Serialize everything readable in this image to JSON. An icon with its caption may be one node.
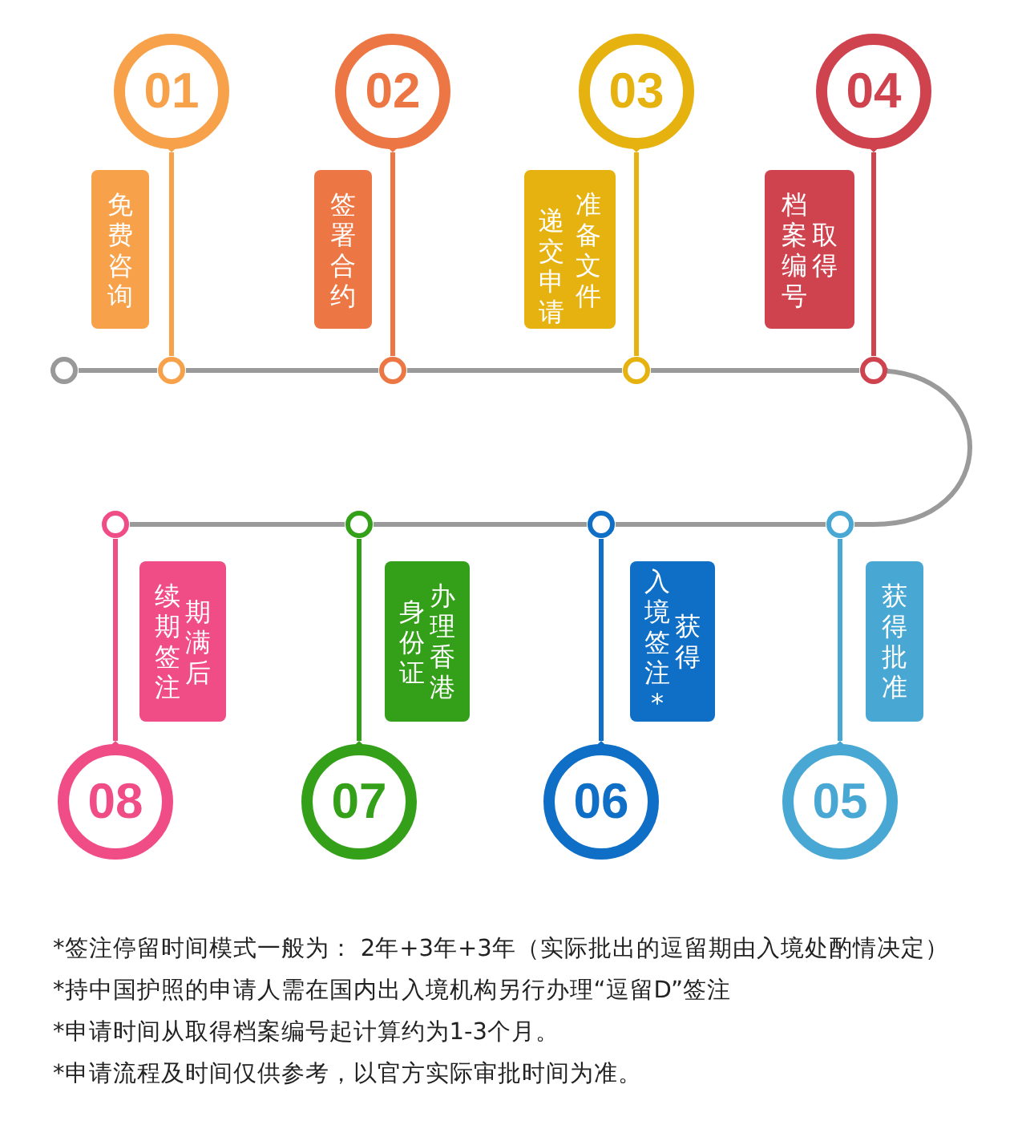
{
  "diagram": {
    "nodes": [
      {
        "text": [],
        "shape": "circle"
      },
      {
        "text": [
          "01"
        ]
      },
      {
        "text": [
          "免费咨询"
        ]
      },
      {
        "text": [],
        "shape": "circle"
      },
      {
        "text": [
          "02"
        ]
      },
      {
        "text": [
          "签署合约"
        ]
      },
      {
        "text": [],
        "shape": "circle"
      },
      {
        "text": [
          "03"
        ]
      },
      {
        "text": [
          "准备文件递交申请"
        ]
      },
      {
        "text": [],
        "shape": "circle"
      },
      {
        "text": [
          "04"
        ]
      },
      {
        "text": [
          "取得档案编号"
        ]
      },
      {
        "text": [],
        "shape": "circle"
      },
      {
        "text": [
          "05"
        ]
      },
      {
        "text": [
          "获得批准"
        ]
      },
      {
        "text": [],
        "shape": "circle"
      },
      {
        "text": [
          "06"
        ]
      },
      {
        "text": [
          "获得入境签注*"
        ]
      },
      {
        "text": [],
        "shape": "circle"
      },
      {
        "text": [
          "07"
        ]
      },
      {
        "text": [
          "办理香港身份证"
        ]
      },
      {
        "text": [],
        "shape": "circle"
      },
      {
        "text": [
          "08"
        ]
      },
      {
        "text": [
          "期满后续期签注"
        ]
      },
      {
        "text": [],
        "shape": "circle"
      }
    ],
    "edges": [
      {
        "from": 1,
        "to": 3,
        "arrow": "none",
        "color": "#f7a24a"
      },
      {
        "from": 4,
        "to": 6,
        "arrow": "none",
        "color": "#ec7744"
      },
      {
        "from": 7,
        "to": 9,
        "arrow": "none",
        "color": "#e6b210"
      },
      {
        "from": 10,
        "to": 12,
        "arrow": "none",
        "color": "#cf434f"
      },
      {
        "from": 13,
        "to": 15,
        "arrow": "none",
        "color": "#48a8d3"
      },
      {
        "from": 16,
        "to": 18,
        "arrow": "none",
        "color": "#0f6fc6"
      },
      {
        "from": 19,
        "to": 21,
        "arrow": "none",
        "color": "#34a019"
      },
      {
        "from": 22,
        "to": 24,
        "arrow": "none",
        "color": "#f04c86"
      },
      {
        "from": 0,
        "to": 3,
        "arrow": "none"
      },
      {
        "from": 3,
        "to": 6,
        "arrow": "none"
      },
      {
        "from": 6,
        "to": 9,
        "arrow": "none"
      },
      {
        "from": 9,
        "to": 12,
        "arrow": "none"
      },
      {
        "from": 12,
        "to": 15,
        "arrow": "none"
      },
      {
        "from": 15,
        "to": 18,
        "arrow": "none"
      },
      {
        "from": 18,
        "to": 21,
        "arrow": "none"
      },
      {
        "from": 21,
        "to": 24,
        "arrow": "none"
      }
    ],
    "labels": [
      "*签注停留时间模式一般为： 2年+3年+3年（实际批出的逗留期由入境处酌情决定）",
      "*持中国护照的申请人需在国内出入境机构另行办理“逗留D”签注",
      "*申请时间从取得档案编号起计算约为1-3个月。",
      "*申请流程及时间仅供参考，以官方实际审批时间为准。"
    ]
  }
}
